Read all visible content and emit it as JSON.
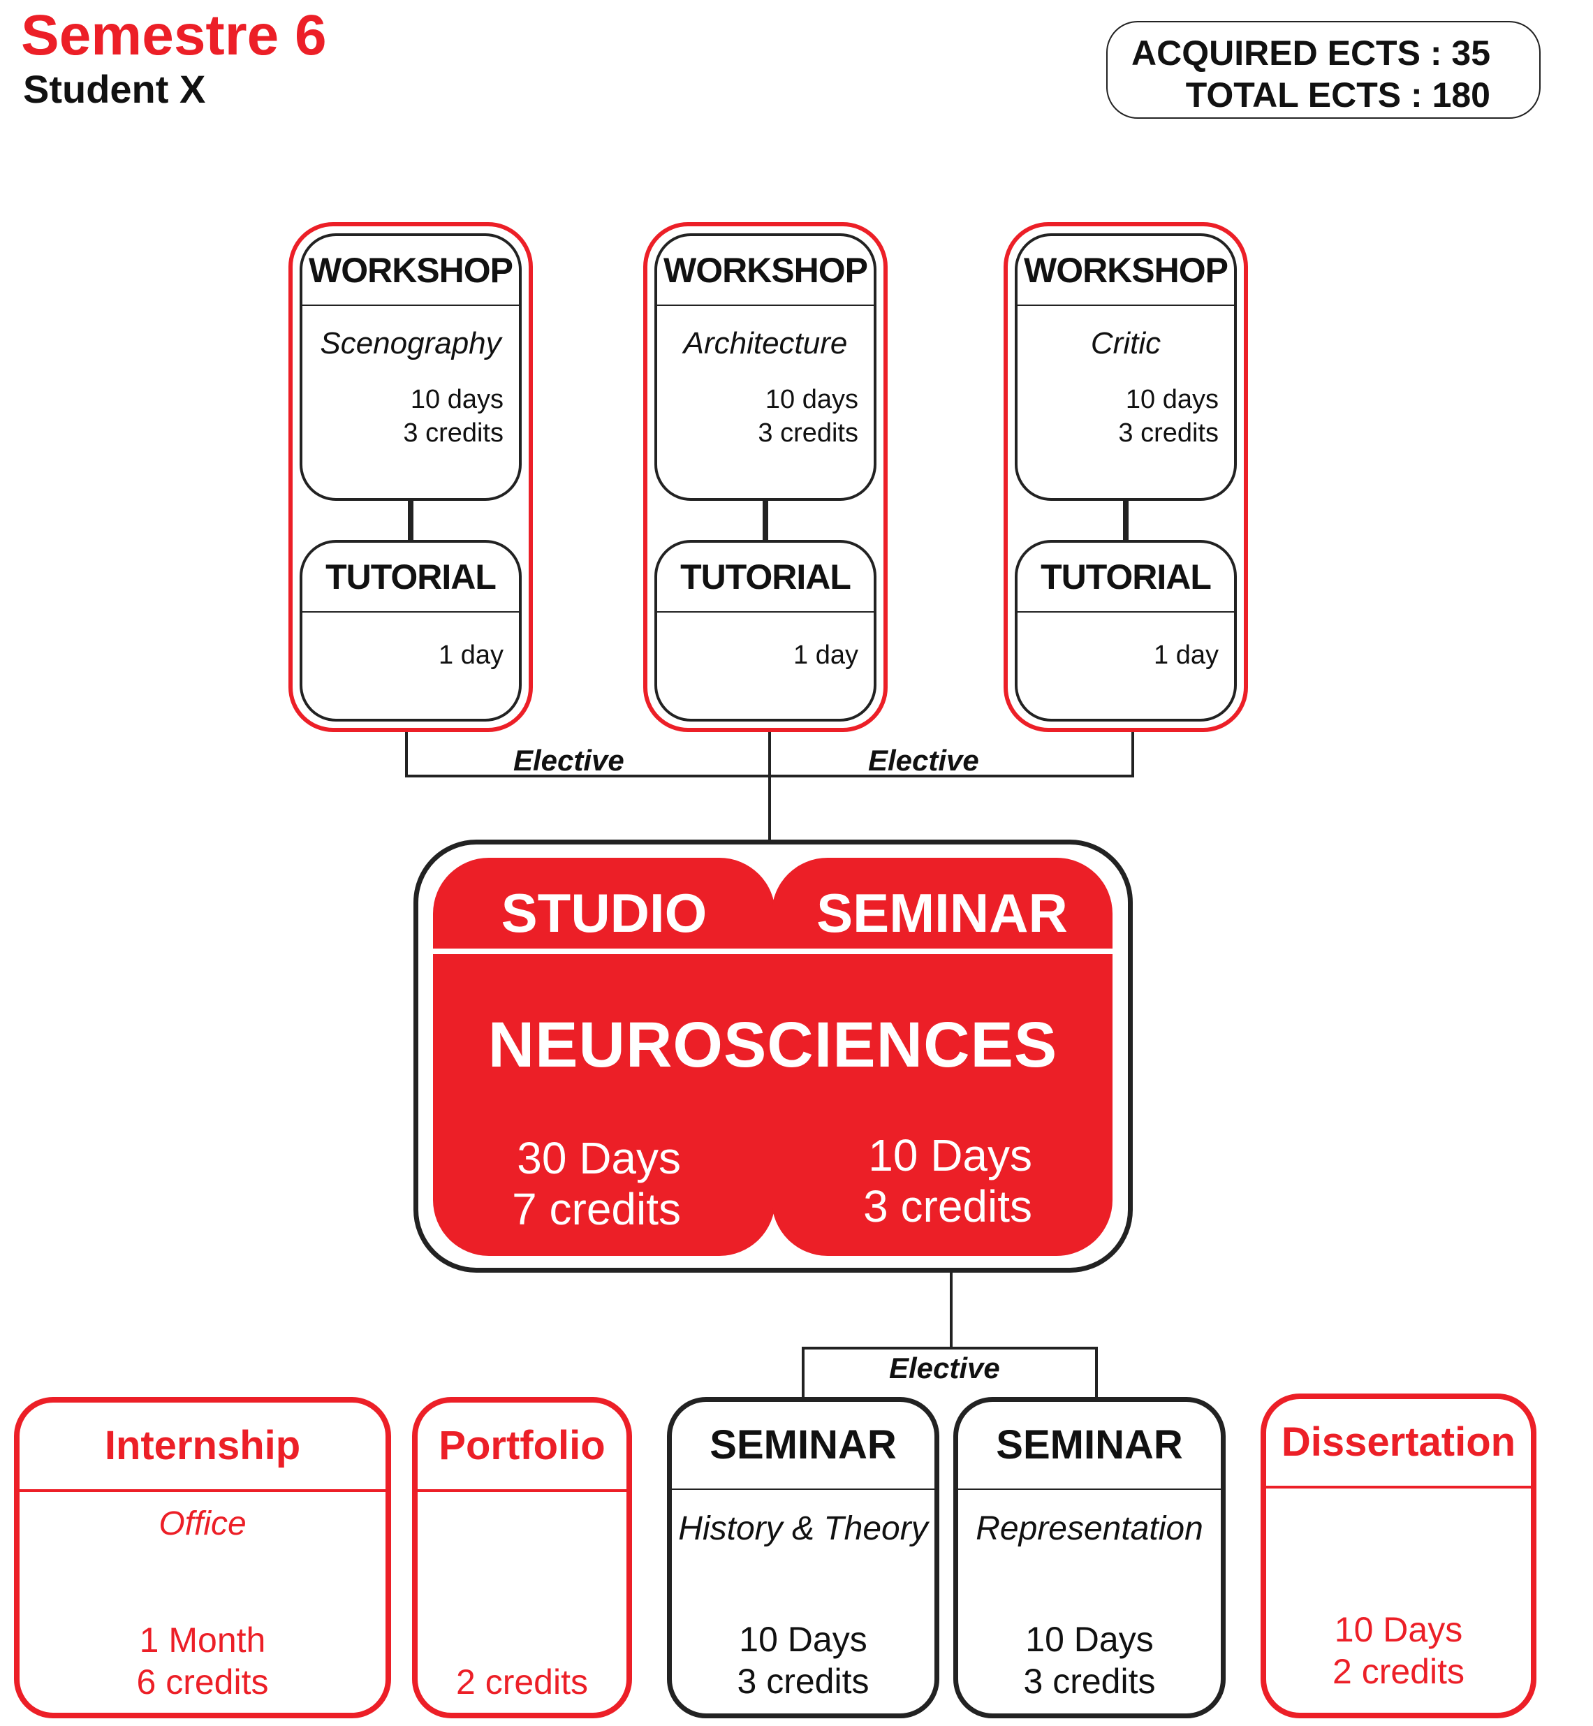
{
  "header": {
    "title": "Semestre 6",
    "student": "Student X",
    "acquired_ects": "ACQUIRED ECTS : 35",
    "total_ects": "TOTAL ECTS : 180"
  },
  "workshops": [
    {
      "type": "WORKSHOP",
      "subject": "Scenography",
      "duration": "10 days",
      "credits": "3 credits",
      "tutorial": {
        "type": "TUTORIAL",
        "duration": "1 day"
      }
    },
    {
      "type": "WORKSHOP",
      "subject": "Architecture",
      "duration": "10 days",
      "credits": "3 credits",
      "tutorial": {
        "type": "TUTORIAL",
        "duration": "1 day"
      }
    },
    {
      "type": "WORKSHOP",
      "subject": "Critic",
      "duration": "10 days",
      "credits": "3 credits",
      "tutorial": {
        "type": "TUTORIAL",
        "duration": "1 day"
      }
    }
  ],
  "elective_labels": [
    "Elective",
    "Elective",
    "Elective"
  ],
  "main": {
    "studio_label": "STUDIO",
    "seminar_label": "SEMINAR",
    "name": "NEUROSCIENCES",
    "studio_duration": "30 Days",
    "studio_credits": "7 credits",
    "seminar_duration": "10 Days",
    "seminar_credits": "3 credits"
  },
  "bottom": [
    {
      "title": "Internship",
      "subtitle": "Office",
      "duration": "1 Month",
      "credits": "6 credits"
    },
    {
      "title": "Portfolio",
      "credits": "2 credits"
    },
    {
      "title": "SEMINAR",
      "subtitle": "History & Theory",
      "duration": "10 Days",
      "credits": "3 credits"
    },
    {
      "title": "SEMINAR",
      "subtitle": "Representation",
      "duration": "10 Days",
      "credits": "3 credits"
    },
    {
      "title": "Dissertation",
      "duration": "10 Days",
      "credits": "2 credits"
    }
  ],
  "colors": {
    "accent": "#ec1f27",
    "ink": "#222222"
  }
}
